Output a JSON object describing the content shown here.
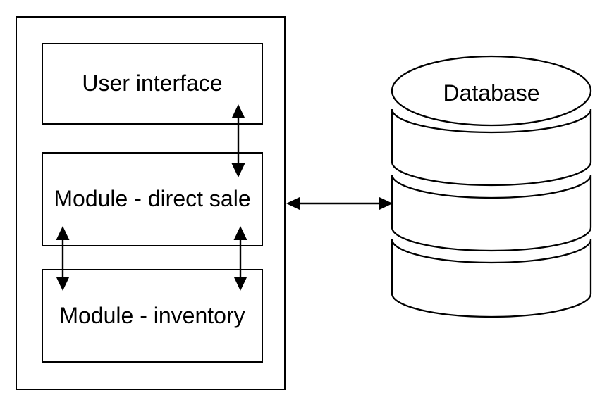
{
  "diagram": {
    "nodes": {
      "user_interface": {
        "label": "User interface"
      },
      "module_direct_sale": {
        "label": "Module - direct sale"
      },
      "module_inventory": {
        "label": "Module - inventory"
      },
      "database": {
        "label": "Database"
      }
    },
    "connections": [
      {
        "from": "user_interface",
        "to": "module_direct_sale",
        "bidirectional": true
      },
      {
        "from": "module_direct_sale",
        "to": "module_inventory",
        "bidirectional": true
      },
      {
        "from": "module_direct_sale",
        "to": "module_inventory",
        "bidirectional": true
      },
      {
        "from": "module_direct_sale",
        "to": "database",
        "bidirectional": true
      }
    ],
    "colors": {
      "line": "#000000",
      "text": "#000000",
      "background": "#ffffff"
    }
  }
}
